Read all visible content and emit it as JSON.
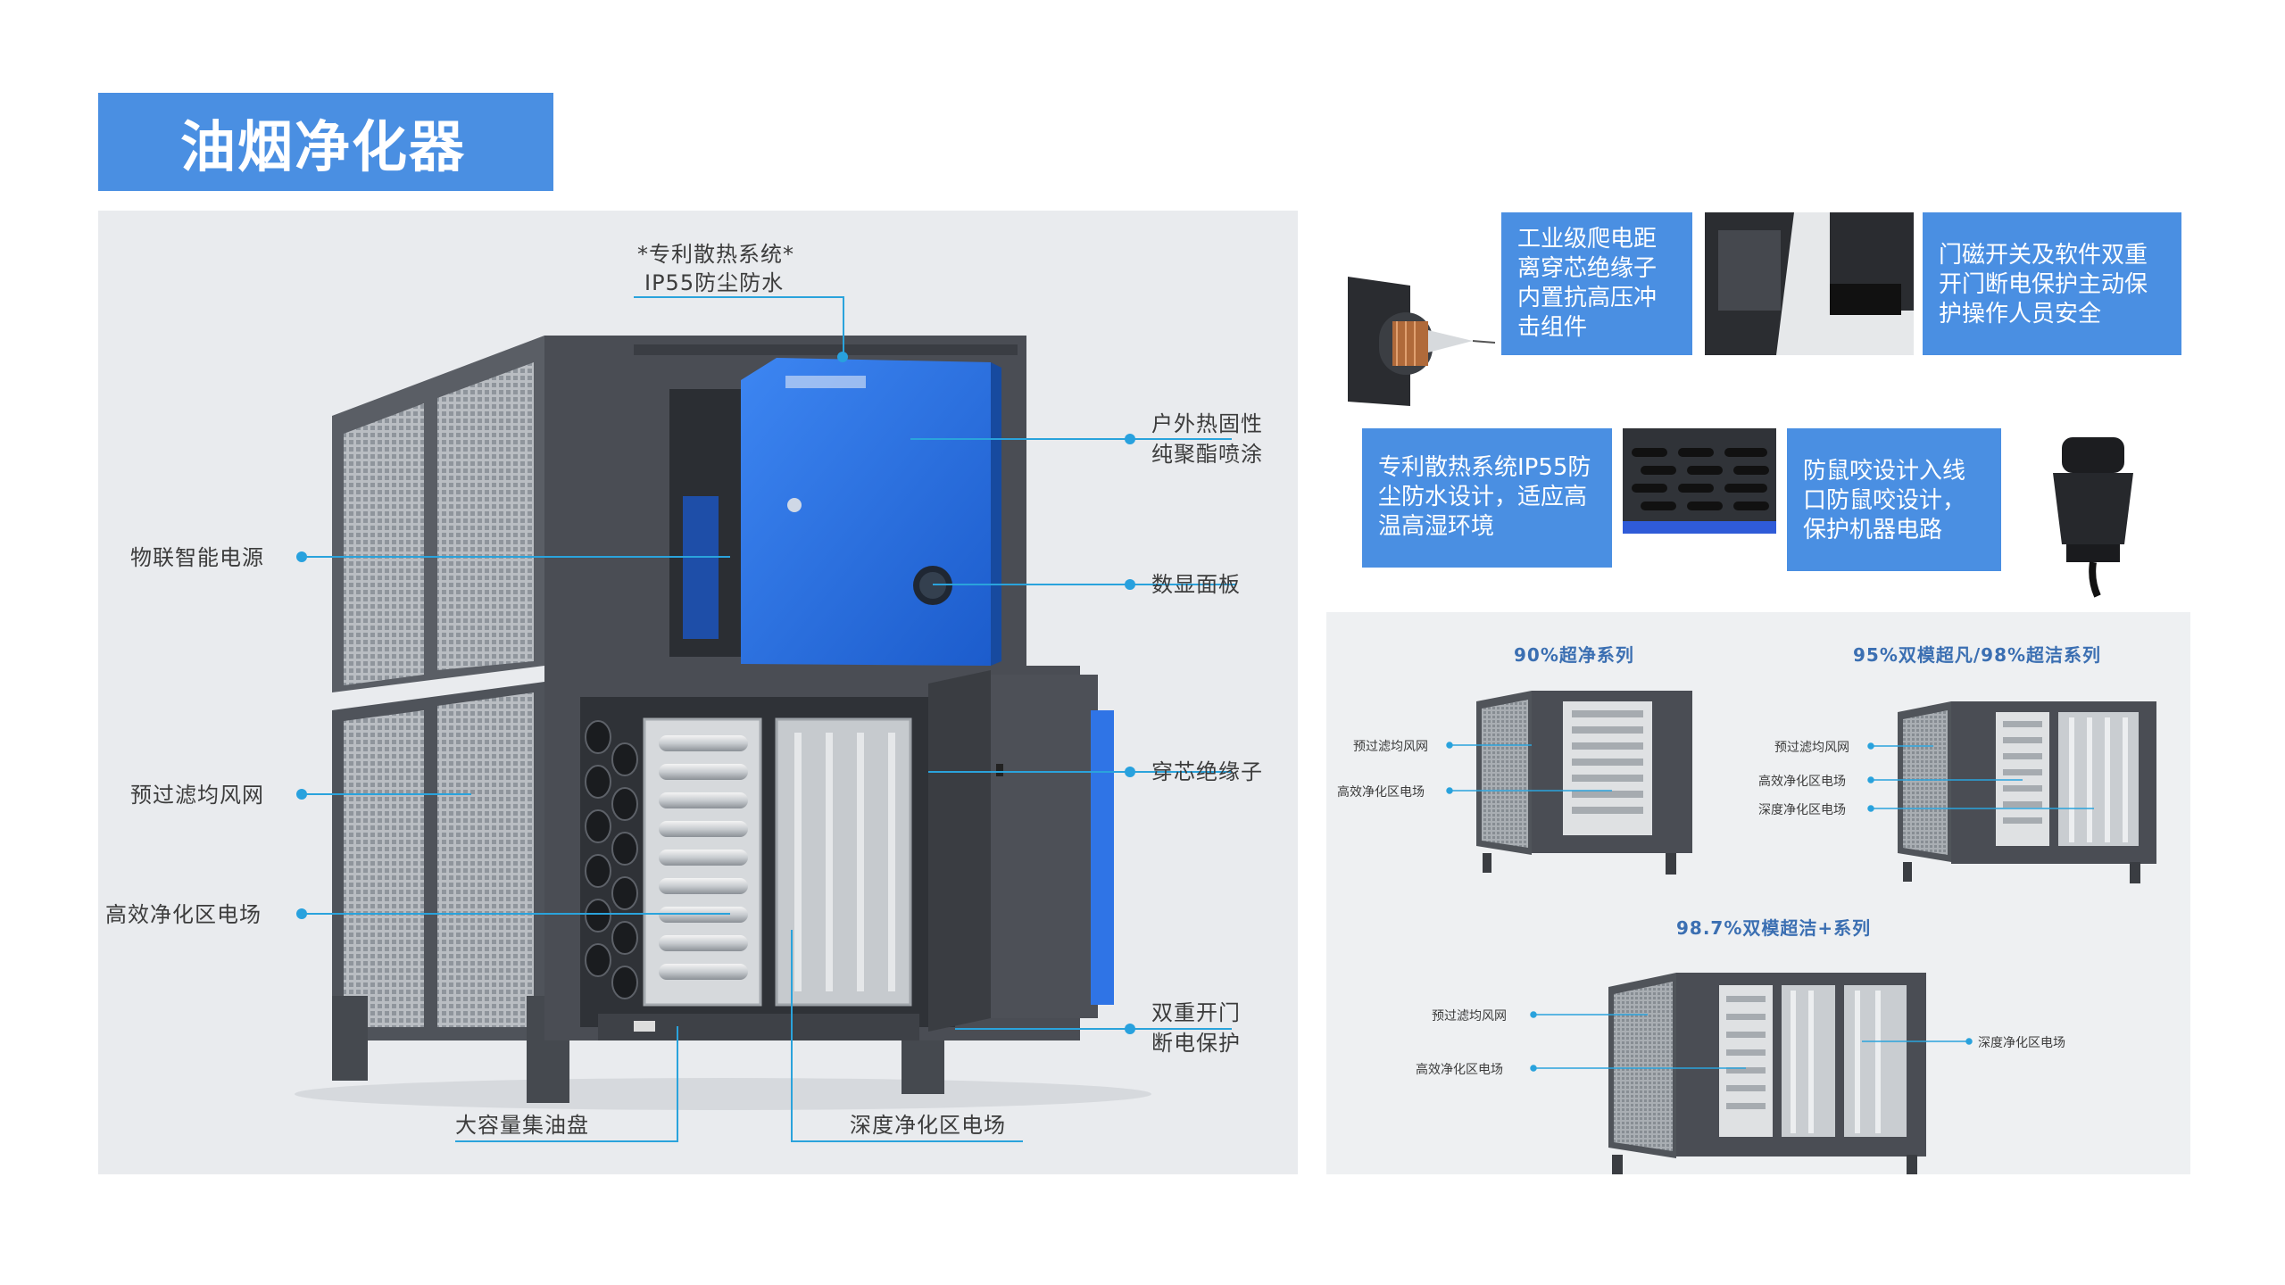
{
  "title": "油烟净化器",
  "main_labels": {
    "top_line1": "*专利散热系统*",
    "top_line2": "IP55防尘防水",
    "outdoor_line1": "户外热固性",
    "outdoor_line2": "纯聚酯喷涂",
    "iot_power": "物联智能电源",
    "display_panel": "数显面板",
    "prefilter": "预过滤均风网",
    "insulator": "穿芯绝缘子",
    "efficient_field": "高效净化区电场",
    "door_line1": "双重开门",
    "door_line2": "断电保护",
    "oil_tray": "大容量集油盘",
    "deep_field": "深度净化区电场"
  },
  "features": {
    "creepage": "工业级爬电距离穿芯绝缘子内置抗高压冲击组件",
    "door_switch": "门磁开关及软件双重开门断电保护主动保护操作人员安全",
    "cooling": "专利散热系统IP55防尘防水设计，适应高温高湿环境",
    "rodent": "防鼠咬设计入线口防鼠咬设计，保护机器电路"
  },
  "series": {
    "s90": {
      "title": "90%超净系列",
      "prefilter": "预过滤均风网",
      "efficient": "高效净化区电场"
    },
    "s95": {
      "title": "95%双模超凡/98%超洁系列",
      "prefilter": "预过滤均风网",
      "efficient": "高效净化区电场",
      "deep": "深度净化区电场"
    },
    "s987": {
      "title": "98.7%双模超洁+系列",
      "prefilter": "预过滤均风网",
      "efficient": "高效净化区电场",
      "deep": "深度净化区电场"
    }
  },
  "colors": {
    "accent_blue": "#4a8fe2",
    "callout_cyan": "#28a1de",
    "machine_gray": "#4a4d54",
    "panel_blue": "#2f74e6"
  }
}
